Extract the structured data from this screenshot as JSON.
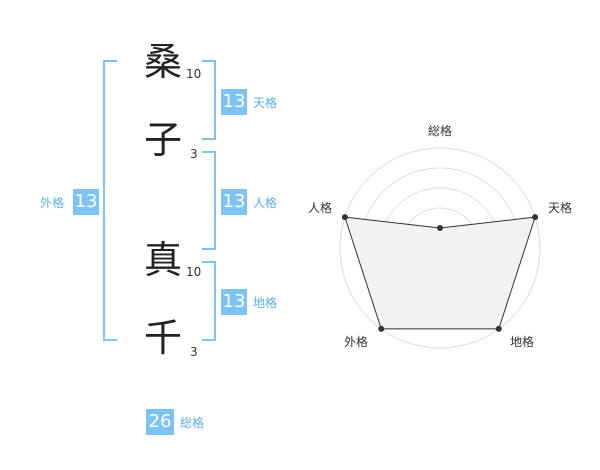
{
  "name_chars": [
    {
      "char": "桑",
      "strokes": "10"
    },
    {
      "char": "子",
      "strokes": "3"
    },
    {
      "char": "真",
      "strokes": "10"
    },
    {
      "char": "千",
      "strokes": "3"
    }
  ],
  "kakusu": {
    "tenkaku": {
      "value": "13",
      "label": "天格"
    },
    "jinkaku": {
      "value": "13",
      "label": "人格"
    },
    "chikaku": {
      "value": "13",
      "label": "地格"
    },
    "gaikaku": {
      "value": "13",
      "label": "外格"
    },
    "soukaku": {
      "value": "26",
      "label": "総格"
    }
  },
  "colors": {
    "accent": "#7fc3f3",
    "accent_text": "#5aaee6",
    "radar_fill": "#f2f2f2"
  },
  "radar": {
    "axes": [
      "総格",
      "天格",
      "地格",
      "外格",
      "人格"
    ],
    "max": 5,
    "rings": 5,
    "values": [
      1,
      5,
      5,
      5,
      5
    ]
  }
}
